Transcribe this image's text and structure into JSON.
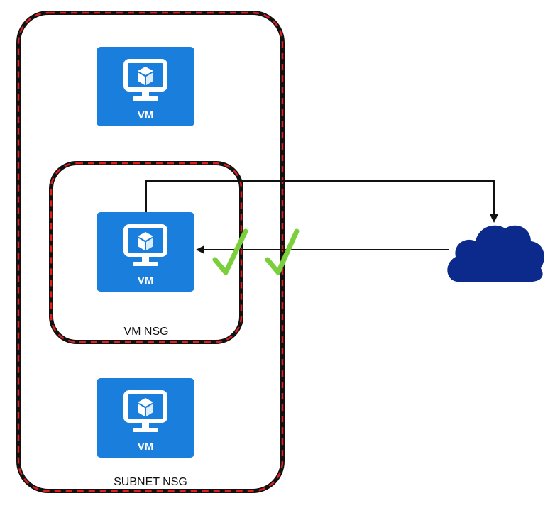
{
  "colors": {
    "vm_tile": "#1a7fdc",
    "vm_icon": "#ffffff",
    "boundary_outer": "#111111",
    "boundary_dash": "#e02020",
    "cloud": "#0b2a8c",
    "check": "#7ccf3c",
    "arrow": "#111111"
  },
  "subnet_nsg": {
    "label": "SUBNET NSG",
    "vms": [
      {
        "label": "VM"
      },
      {
        "label": "VM"
      },
      {
        "label": "VM"
      }
    ]
  },
  "vm_nsg": {
    "label": "VM NSG"
  },
  "icons": {
    "vm": "monitor-with-cube-icon",
    "internet": "cloud-icon",
    "allow": "checkmark-icon"
  }
}
